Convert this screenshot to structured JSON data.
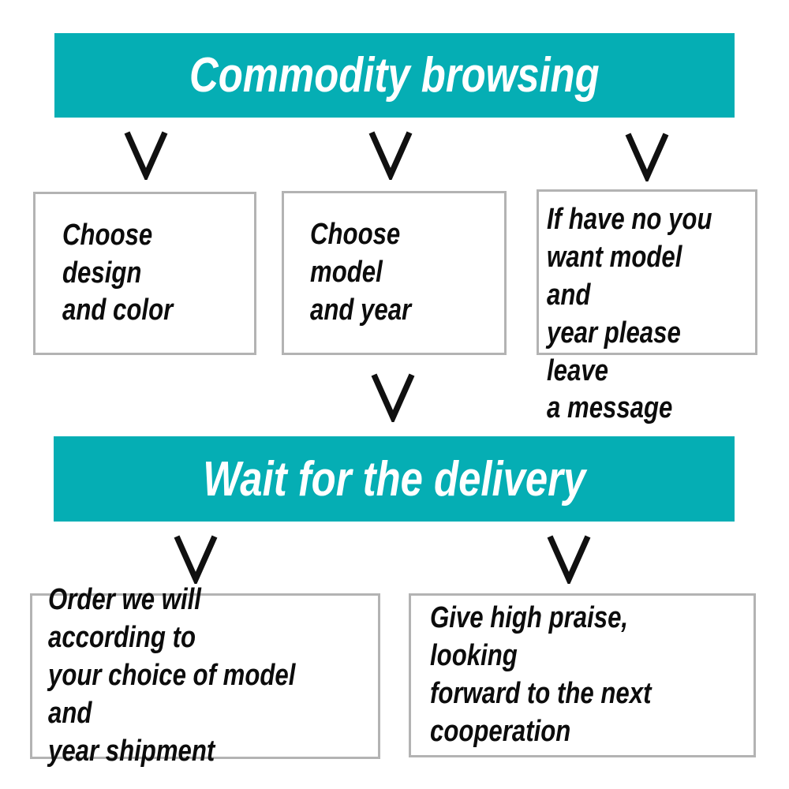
{
  "banners": {
    "browse": "Commodity browsing",
    "delivery": "Wait for the delivery"
  },
  "steps": {
    "choose_design": "Choose design\nand color",
    "choose_model": "Choose model\nand year",
    "leave_message": "If have no you\nwant model and\nyear please leave\na message",
    "shipment": "Order we will according to\nyour choice of model and\nyear shipment",
    "praise": "Give high praise, looking\nforward to the next\ncooperation"
  },
  "icons": {
    "down_arrow": "down-chevron-arrow"
  },
  "colors": {
    "banner_teal": "#05aeb4",
    "banner_text": "#ffffff",
    "box_border_gray": "#b3b3b3",
    "box_text_black": "#0c0c0c",
    "arrow_black": "#101010",
    "background": "#ffffff"
  }
}
